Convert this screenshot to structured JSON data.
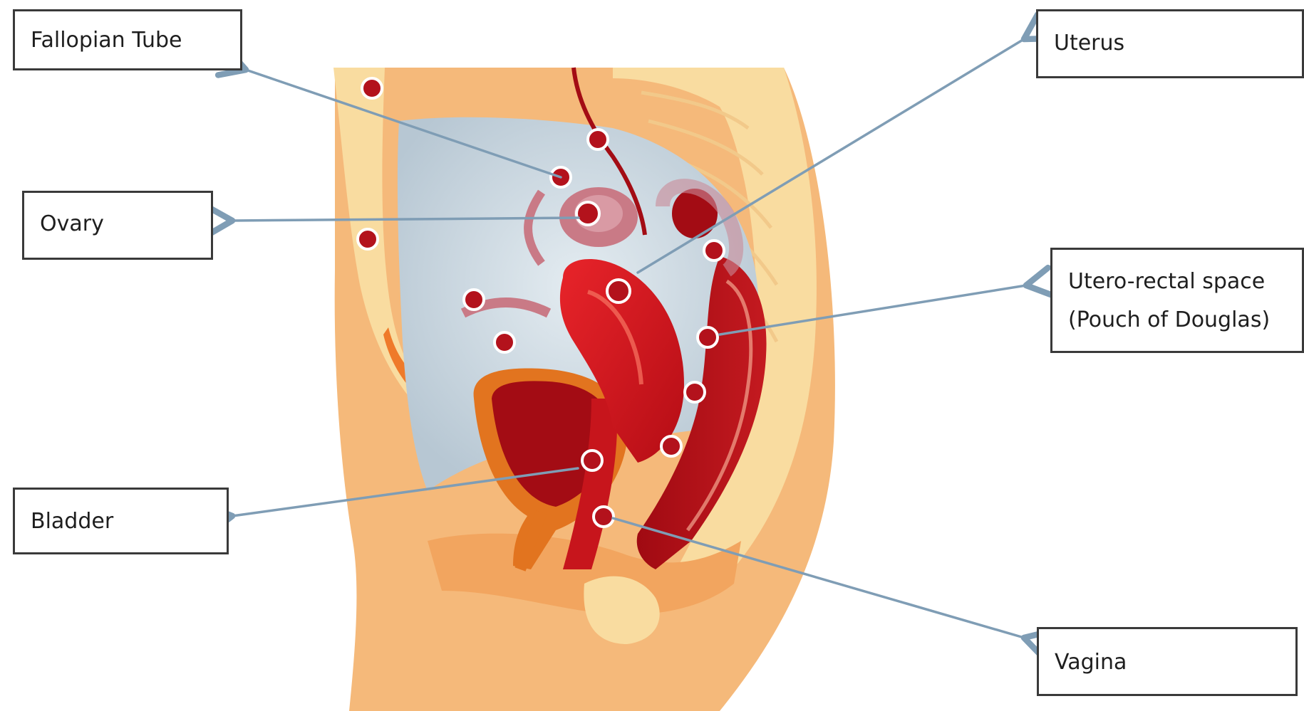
{
  "labels": {
    "fallopian_tube": "Fallopian Tube",
    "ovary": "Ovary",
    "bladder": "Bladder",
    "uterus": "Uterus",
    "pouch_line1": "Utero-rectal space",
    "pouch_line2": "(Pouch of Douglas)",
    "vagina": "Vagina"
  },
  "colors": {
    "skin": "#f5b97a",
    "skin_dark": "#ef9a52",
    "bone": "#f9dca0",
    "cavity": "#cfdbe3",
    "organ_red": "#d8141a",
    "organ_dark": "#a30c14",
    "ovary_pink": "#c97a86",
    "endometriosis_dot": "#b3121c",
    "arrow": "#7f9db5",
    "box_border": "#3a3a3a"
  }
}
